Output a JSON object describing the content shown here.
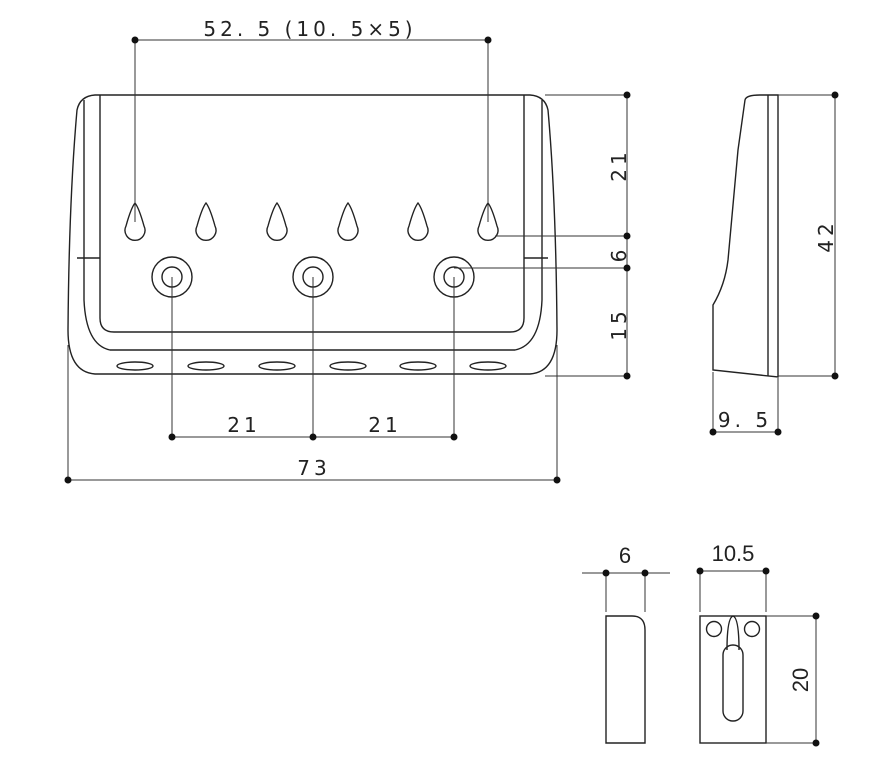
{
  "dimensions": {
    "hole_span": "52. 5 (10. 5×5)",
    "height_upper": "21",
    "height_mid": "6",
    "height_lower": "15",
    "screw_spacing_left": "21",
    "screw_spacing_right": "21",
    "total_width": "73",
    "side_height": "42",
    "side_depth": "9. 5",
    "saddle_thickness": "6",
    "saddle_width": "10.5",
    "saddle_length": "20"
  }
}
